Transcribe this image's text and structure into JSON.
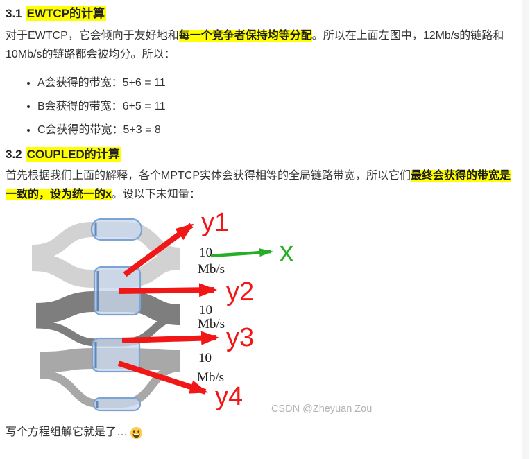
{
  "article": {
    "sec1": {
      "heading_num": "3.1",
      "heading_highlight": "EWTCP的计算",
      "para": [
        {
          "t": "对于EWTCP，它会倾向于友好地和",
          "hl": false
        },
        {
          "t": "每一个竞争者保持均等分配",
          "hl": true
        },
        {
          "t": "。所以在上面左图中，12Mb/s的链路和10Mb/s的链路都会被均分。所以：",
          "hl": false
        }
      ],
      "bullets": [
        "A会获得的带宽：5+6 = 11",
        "B会获得的带宽：6+5 = 11",
        "C会获得的带宽：5+3 = 8"
      ]
    },
    "sec2": {
      "heading_num": "3.2",
      "heading_highlight": "COUPLED的计算",
      "para": [
        {
          "t": "首先根据我们上面的解释，各个MPTCP实体会获得相等的全局链路带宽，所以它们",
          "hl": false
        },
        {
          "t": "最终会获得的带宽是一致的，设为统一的x",
          "hl": true
        },
        {
          "t": "。设以下未知量：",
          "hl": false
        }
      ]
    },
    "footer_text": "写个方程组解它就是了…",
    "footer_emoji": "😃"
  },
  "diagram": {
    "unknown_labels": [
      "y1",
      "y2",
      "y3",
      "y4"
    ],
    "total_label": "x",
    "links": [
      {
        "capacity": "10",
        "unit": "Mb/s"
      },
      {
        "capacity": "10",
        "unit": "Mb/s"
      },
      {
        "capacity": "10",
        "unit": "Mb/s"
      }
    ],
    "watermark": "CSDN @Zheyuan Zou",
    "colors": {
      "highlight": "#ffff00",
      "arrow_red": "#f21717",
      "arrow_green": "#27ad27",
      "flow_light": "#d2d2d2",
      "flow_dark": "#7e7e7e",
      "flow_medium": "#a8a8a8",
      "link_fill": "#c9d7ec",
      "link_stroke": "#7ba3d4"
    }
  }
}
